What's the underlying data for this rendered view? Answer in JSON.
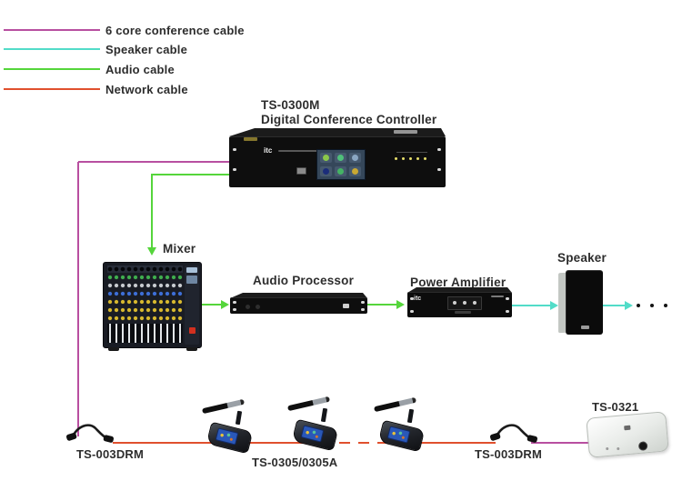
{
  "legend": {
    "items": [
      {
        "label": "6 core conference cable",
        "color": "#b84fa0"
      },
      {
        "label": "Speaker cable",
        "color": "#52dcc8"
      },
      {
        "label": "Audio cable",
        "color": "#55d53b"
      },
      {
        "label": "Network cable",
        "color": "#e0502e"
      }
    ]
  },
  "controller": {
    "model": "TS-0300M",
    "name": "Digital Conference Controller",
    "logo_text": "itc"
  },
  "mixer": {
    "label": "Mixer"
  },
  "audio_processor": {
    "label": "Audio Processor"
  },
  "power_amplifier": {
    "label": "Power Amplifier"
  },
  "speaker": {
    "label": "Speaker"
  },
  "mic_chain": {
    "label": "TS-0305/0305A"
  },
  "adapter_left": {
    "label": "TS-003DRM"
  },
  "adapter_right": {
    "label": "TS-003DRM"
  },
  "extension": {
    "label": "TS-0321"
  }
}
